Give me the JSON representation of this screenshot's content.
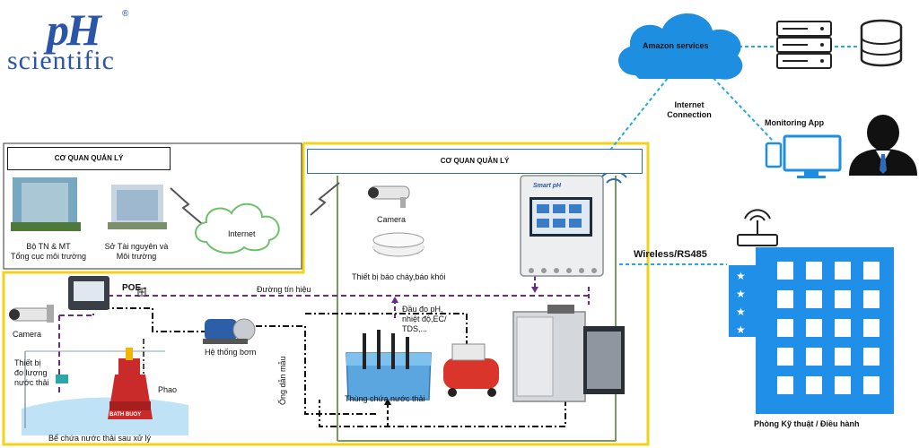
{
  "logo": {
    "ph": "pH",
    "scientific": "scientific",
    "reg": "®"
  },
  "left_panel": {
    "header": "CƠ QUAN QUẢN LÝ",
    "building1_label": "Bộ TN & MT\nTổng cục môi trường",
    "building2_label": "Sở Tài nguyên và\nMôi trường",
    "internet_label": "Internet"
  },
  "center_panel": {
    "header": "CƠ QUAN QUẢN LÝ",
    "camera_label": "Camera",
    "smoke_label": "Thiết bị báo cháy,báo khói",
    "probe_label": "Đầu đo pH,\nnhiệt độ,EC/\nTDS,...",
    "tank_label": "Thùng chứa nước thải",
    "pipe_label": "Ống dẫn mẫu"
  },
  "bottom_left": {
    "poe_label": "POE -",
    "signal_label": "Đường tín hiệu",
    "camera_label": "Camera",
    "flow_label": "Thiết bị\nđo lượng\nnước thải",
    "pump_label": "Hệ thống bơm",
    "buoy_label": "Phao",
    "buoy_text": "BATH BUOY",
    "pool_label": "Bể chứa nước thải sau xử lý"
  },
  "right": {
    "cloud_label": "Amazon services",
    "internet_conn": "Internet\nConnection",
    "monitoring": "Monitoring App",
    "wireless": "Wireless/RS485",
    "building_label": "Phòng Kỹ thuật / Điều hành"
  },
  "controller_brand": "Smart pH",
  "colors": {
    "yellow": "#f2d21b",
    "blue": "#2b55a8",
    "cloud": "#1e8fe0",
    "dash_cyan": "#2aa8d8",
    "purple": "#6b2a8a",
    "building": "#1f8fe8"
  }
}
